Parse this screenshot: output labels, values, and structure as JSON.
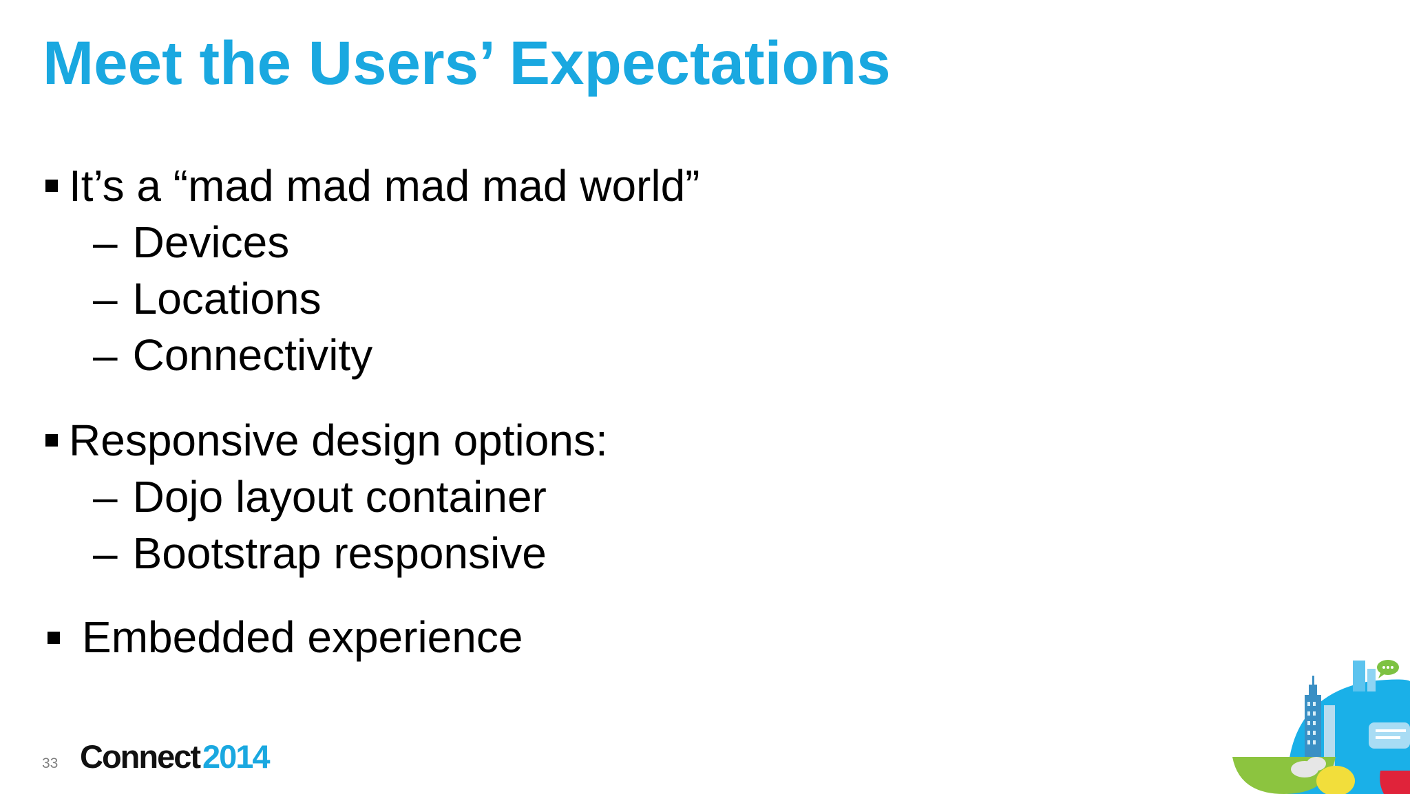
{
  "slide": {
    "title": "Meet the Users’ Expectations",
    "colors": {
      "accent": "#1aa8e0",
      "text": "#000000"
    }
  },
  "bullets": [
    {
      "text": "It’s a “mad mad mad mad world”",
      "sub": [
        "Devices",
        "Locations",
        "Connectivity"
      ]
    },
    {
      "text": "Responsive design options:",
      "sub": [
        "Dojo layout container",
        "Bootstrap responsive"
      ]
    },
    {
      "text": "Embedded experience",
      "sub": []
    }
  ],
  "footer": {
    "page_number": "33",
    "brand_word": "Connect",
    "brand_year": "2014"
  },
  "illustration": {
    "icon": "city-skyline-icon"
  }
}
